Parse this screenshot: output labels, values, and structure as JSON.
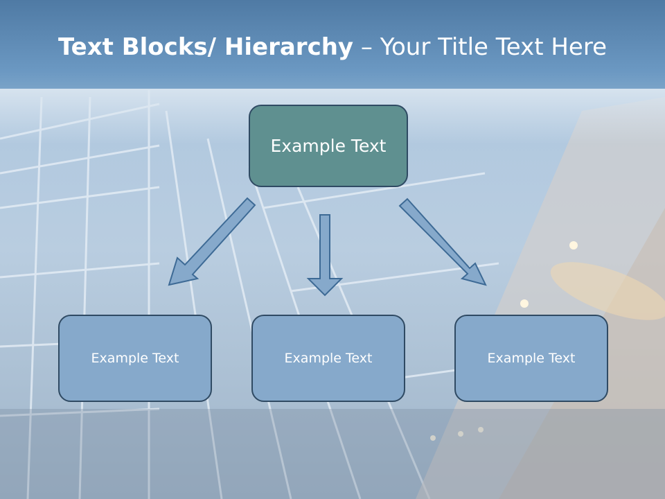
{
  "slide": {
    "title_bold": "Text Blocks/ Hierarchy",
    "title_rest": " – Your Title Text Here"
  },
  "hierarchy": {
    "top": "Example Text",
    "children": [
      "Example Text",
      "Example Text",
      "Example Text"
    ]
  },
  "colors": {
    "title_band": "#5f8db8",
    "top_box": "#5f9090",
    "child_box": "#86a9cb",
    "border": "#2f4a63",
    "arrow": "#86a9cb"
  }
}
